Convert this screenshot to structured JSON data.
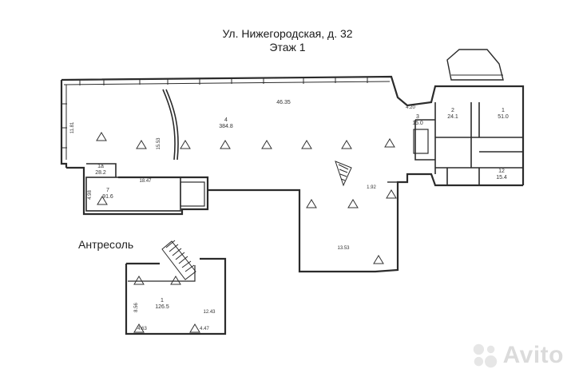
{
  "header": {
    "address": "Ул. Нижегородская, д. 32",
    "floor": "Этаж 1"
  },
  "mezzanine": {
    "label": "Антресоль"
  },
  "rooms": {
    "main_hall": {
      "number": "4",
      "area": "384.8",
      "dim": "46.35"
    },
    "room_2": {
      "number": "2",
      "area": "24.1"
    },
    "room_1": {
      "number": "1",
      "area": "51.0"
    },
    "room_3": {
      "number": "3",
      "area": "15.0"
    },
    "room_7": {
      "number": "7",
      "area": "91.6"
    },
    "room_1a": {
      "number": "1а",
      "area": "28.2"
    },
    "room_12": {
      "number": "12",
      "area": "15.4"
    },
    "mezz_room": {
      "number": "1",
      "area": "126.5"
    }
  },
  "dims": {
    "left_wall": "11.81",
    "inner_mid": "15.53",
    "room7_side": "4.98",
    "corridor": "18.47",
    "mezz_side": "8.56",
    "mezz_width": "12.43",
    "mezz_bottom_left": "4.63",
    "mezz_bottom_right": "4.47",
    "tower_dim": "4.20",
    "annex_dim": "13.53",
    "vestibule_dim": "1.92"
  },
  "watermark": {
    "text": "Avito",
    "icon": "avito-dots-logo"
  }
}
